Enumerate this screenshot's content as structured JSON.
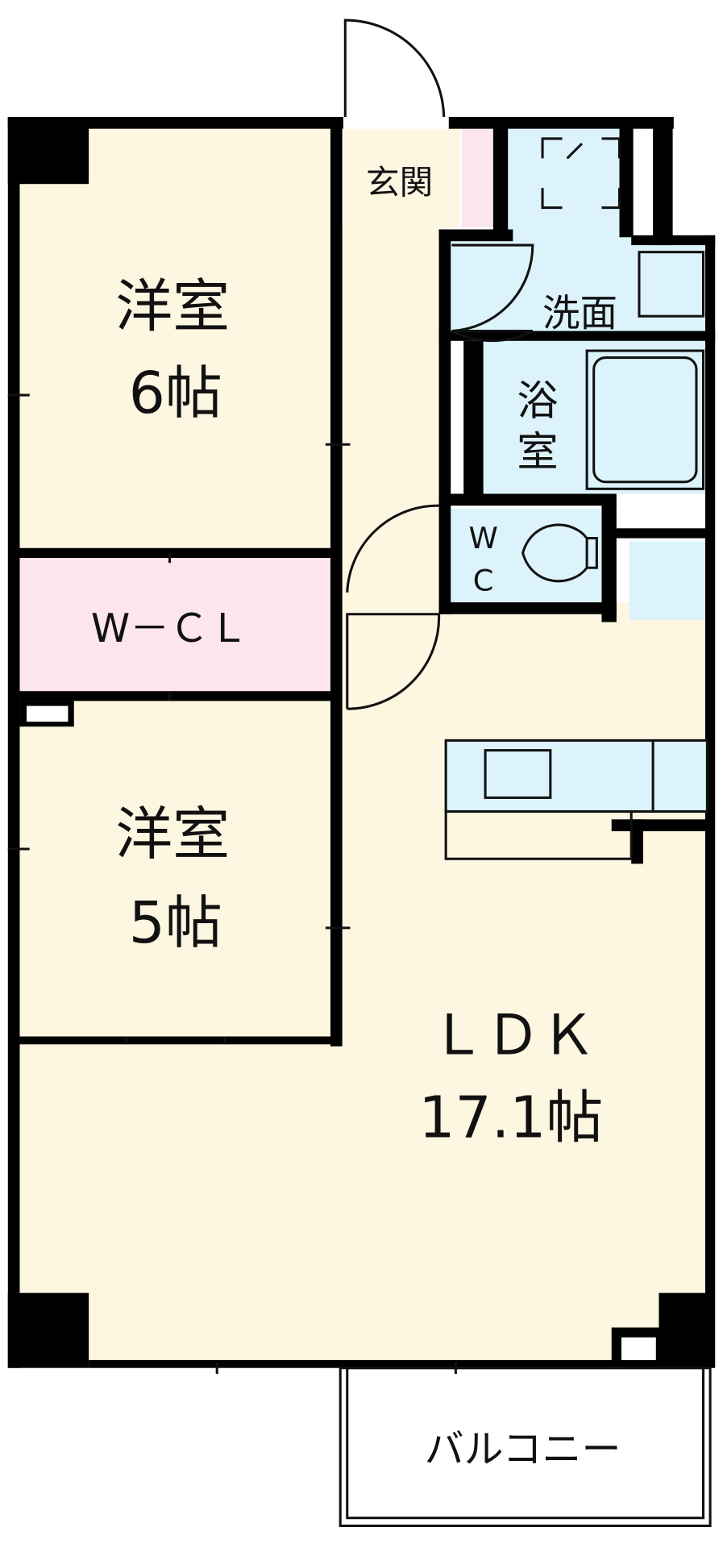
{
  "rooms": {
    "western6": {
      "name": "洋室",
      "size": "6帖"
    },
    "wcl": {
      "name": "W－ＣＬ"
    },
    "western5": {
      "name": "洋室",
      "size": "5帖"
    },
    "entrance": {
      "name": "玄関"
    },
    "washroom": {
      "name": "洗面"
    },
    "bath": {
      "name1": "浴",
      "name2": "室"
    },
    "wc": {
      "name1": "W",
      "name2": "C"
    },
    "ldk": {
      "name": "ＬＤＫ",
      "size": "17.1帖"
    },
    "balcony": {
      "name": "バルコニー"
    }
  },
  "colors": {
    "room": "#fdf6e1",
    "wet": "#dcf3fb",
    "storage": "#fde5ec",
    "wall": "#000000"
  }
}
